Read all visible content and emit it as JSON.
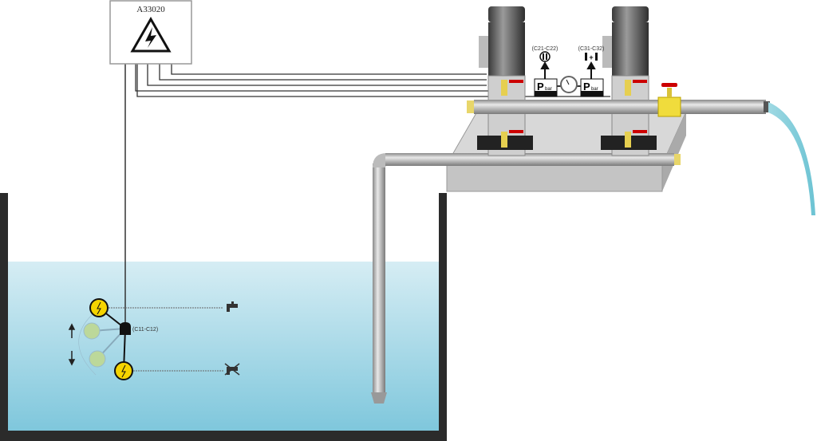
{
  "control_box": {
    "label": "A33020",
    "icon": "high-voltage-icon"
  },
  "pump_controls": [
    {
      "code": "(C21-C22)",
      "icon": "pump-rotation-icon"
    },
    {
      "code": "(C31-C32)",
      "icon": "pump-addition-icon"
    }
  ],
  "pressure_switches": [
    {
      "symbol": "P",
      "unit": "bar"
    },
    {
      "symbol": "P",
      "unit": "bar"
    }
  ],
  "float_switch": {
    "code": "(C11-C12)"
  },
  "colors": {
    "water_top": "#d6edf4",
    "water_bottom": "#7fc7dc",
    "float": "#f5d400",
    "tank": "#2b2b2b"
  }
}
